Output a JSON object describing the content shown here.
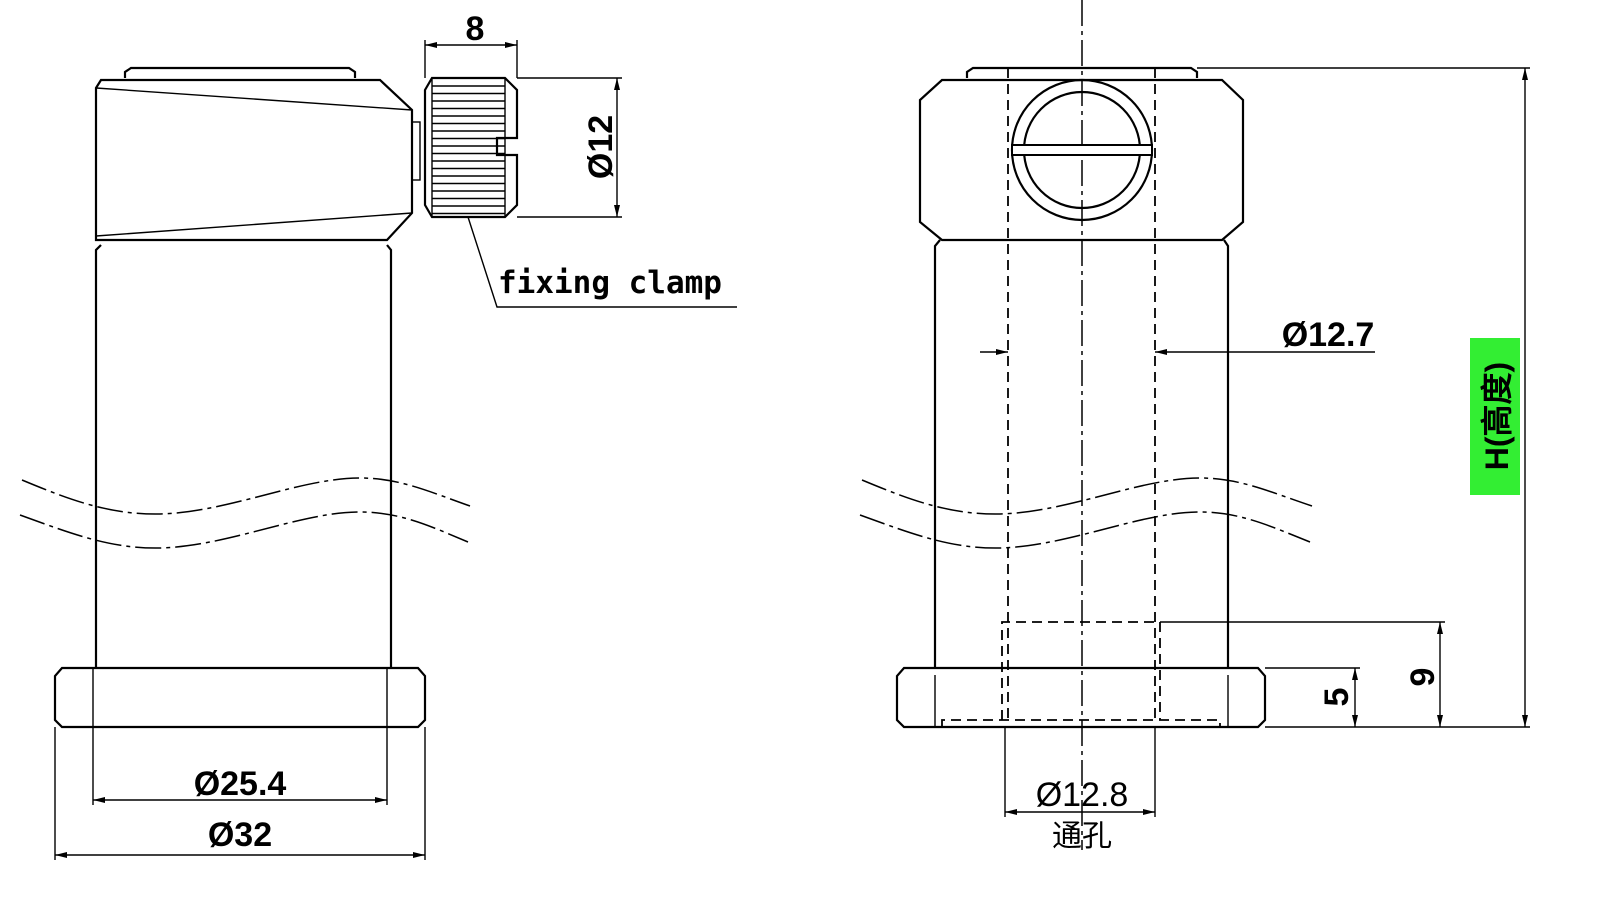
{
  "left_view": {
    "width_label": "8",
    "clamp_diameter_label": "Ø12",
    "clamp_callout": "fixing clamp",
    "body_diameter_label": "Ø25.4",
    "base_diameter_label": "Ø32"
  },
  "right_view": {
    "bore_diameter_label": "Ø12.7",
    "through_hole_label": "Ø12.8",
    "through_hole_note": "通孔",
    "base_height_label": "5",
    "counterbore_height_label": "9",
    "height_label": "H(高度)",
    "height_highlight_color": "#33ee33"
  }
}
